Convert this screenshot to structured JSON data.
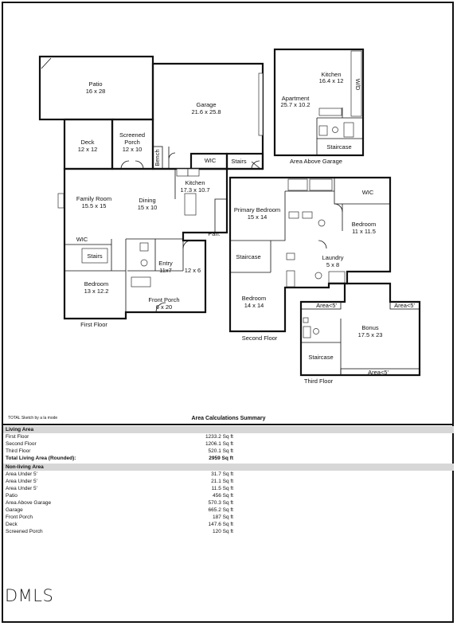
{
  "floor_plan": {
    "rooms": {
      "patio": {
        "name": "Patio",
        "size": "16 x 28"
      },
      "garage": {
        "name": "Garage",
        "size": "21.6 x 25.8"
      },
      "deck": {
        "name": "Deck",
        "size": "12 x 12"
      },
      "screened_porch": {
        "name_line1": "Screened",
        "name_line2": "Porch",
        "size": "12 x 10"
      },
      "bench": {
        "name": "Bench"
      },
      "wic_first": {
        "name": "WIC"
      },
      "stairs_garage": {
        "name": "Stairs"
      },
      "family_room": {
        "name": "Family Room",
        "size": "15.5 x 15"
      },
      "dining": {
        "name": "Dining",
        "size": "15 x 10"
      },
      "kitchen_first": {
        "name": "Kitchen",
        "size": "17.3 x 10.7"
      },
      "pantry": {
        "name": "Pan."
      },
      "wic_family": {
        "name": "WIC"
      },
      "stairs_first": {
        "name": "Stairs"
      },
      "entry": {
        "name": "Entry",
        "size": "11x7"
      },
      "hall_12x6": {
        "size": "12 x 6"
      },
      "bedroom_first": {
        "name": "Bedroom",
        "size": "13 x 12.2"
      },
      "front_porch": {
        "name": "Front Porch",
        "size": "6 x 20"
      },
      "primary_bedroom": {
        "name": "Primary Bedroom",
        "size": "15 x 14"
      },
      "wic_second": {
        "name": "WIC"
      },
      "bedroom_second_a": {
        "name": "Bedroom",
        "size": "11 x 11.5"
      },
      "staircase_second": {
        "name": "Staircase"
      },
      "laundry": {
        "name": "Laundry",
        "size": "5 x 8"
      },
      "bedroom_second_b": {
        "name": "Bedroom",
        "size": "14 x 14"
      },
      "apartment_kitchen": {
        "name": "Kitchen",
        "size": "16.4 x 12"
      },
      "washer_dryer": {
        "name": "W/D"
      },
      "apartment": {
        "name": "Apartment",
        "size": "25.7 x 10.2"
      },
      "staircase_apartment": {
        "name": "Staircase"
      },
      "area_a": {
        "name": "Area<5'"
      },
      "area_b": {
        "name": "Area<5'"
      },
      "area_c": {
        "name": "Area<5'"
      },
      "bonus": {
        "name": "Bonus",
        "size": "17.5 x 23"
      },
      "staircase_third": {
        "name": "Staircase"
      }
    },
    "floor_labels": {
      "first": "First Floor",
      "second": "Second Floor",
      "third": "Third Floor",
      "above_garage": "Area Above Garage"
    }
  },
  "credit": "TOTAL Sketch by a la mode",
  "calc_title": "Area Calculations Summary",
  "living": {
    "header": "Living Area",
    "rows": [
      {
        "label": "First Floor",
        "value": "1233.2 Sq ft"
      },
      {
        "label": "Second Floor",
        "value": "1206.1 Sq ft"
      },
      {
        "label": "Third Floor",
        "value": "520.1 Sq ft"
      }
    ],
    "total": {
      "label": "Total Living Area (Rounded):",
      "value": "2959 Sq ft"
    }
  },
  "nonliving": {
    "header": "Non-living Area",
    "rows": [
      {
        "label": "Area Under 5'",
        "value": "31.7 Sq ft"
      },
      {
        "label": "Area Under 5'",
        "value": "21.1 Sq ft"
      },
      {
        "label": "Area Under 5'",
        "value": "11.5 Sq ft"
      },
      {
        "label": "Patio",
        "value": "456 Sq ft"
      },
      {
        "label": "Area Above Garage",
        "value": "570.3 Sq ft"
      },
      {
        "label": "Garage",
        "value": "665.2 Sq ft"
      },
      {
        "label": "Front Porch",
        "value": "187 Sq ft"
      },
      {
        "label": "Deck",
        "value": "147.6 Sq ft"
      },
      {
        "label": "Screened Porch",
        "value": "120 Sq ft"
      }
    ]
  },
  "logo": "DMLS"
}
